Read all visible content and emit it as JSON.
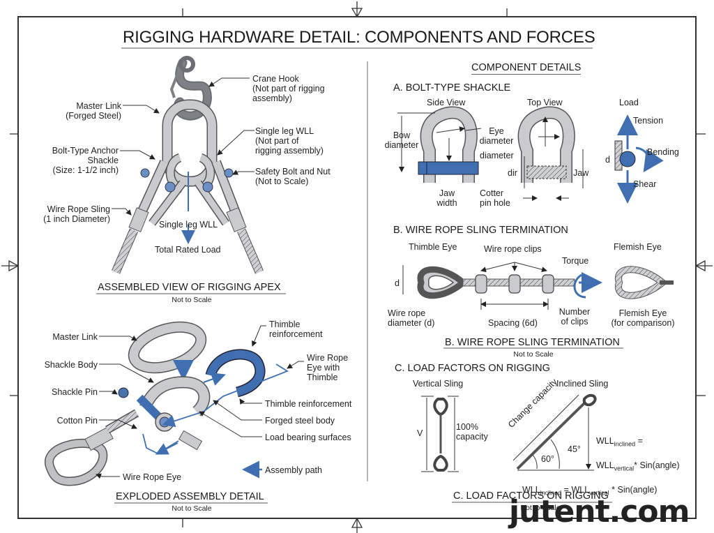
{
  "title": "RIGGING HARDWARE DETAIL: COMPONENTS AND FORCES",
  "assembled_view": {
    "caption": "ASSEMBLED VIEW OF RIGGING APEX",
    "note": "Not to Scale",
    "labels": {
      "crane_hook": "Crane Hook\n(Not part of rigging\nassembly)",
      "master_link": "Master Link\n(Forged Steel)",
      "single_leg_wll_right": "Single leg WLL\n(Not part of\nrigging assembly)",
      "shackle": "Bolt-Type Anchor\nShackle\n(Size: 1-1/2 inch)",
      "safety_bolt": "Safety Bolt and Nut\n(Not to Scale)",
      "wire_rope_sling": "Wire Rope Sling\n(1 inch Diameter)",
      "single_leg_wll_center": "Single leg WLL",
      "total_rated_load": "Total Rated Load"
    }
  },
  "exploded_view": {
    "caption": "EXPLODED ASSEMBLY DETAIL",
    "note": "Not to Scale",
    "labels": {
      "master_link": "Master Link",
      "shackle_body": "Shackle Body",
      "shackle_pin": "Shackle Pin",
      "cotton_pin": "Cotton Pin",
      "wire_rope_eye": "Wire Rope Eye",
      "thimble_top": "Thimble\nreinforcement",
      "wire_rope_eye_thimble": "Wire Rope\nEye with\nThimble",
      "thimble_reinforcement": "Thimble reinforcement",
      "forged_body": "Forged steel body",
      "load_bearing": "Load bearing surfaces",
      "assembly_path": "Assembly path"
    }
  },
  "component_details": {
    "heading": "COMPONENT DETAILS",
    "section_a": {
      "title": "A. BOLT-TYPE SHACKLE",
      "side_view": "Side View",
      "top_view": "Top View",
      "load": "Load",
      "bow_diameter": "Bow\ndiameter",
      "eye_diameter": "Eye\ndiameter",
      "diameter": "diameter",
      "jaw_width": "Jaw\nwidth",
      "cotter": "Cotter\npin hole",
      "dir": "dir",
      "jaw": "Jaw",
      "tension": "Tension",
      "bending": "Bending",
      "shear": "Shear",
      "d": "d"
    },
    "section_b": {
      "title": "B. WIRE ROPE SLING TERMINATION",
      "thimble_eye": "Thimble Eye",
      "clips": "Wire rope clips",
      "torque": "Torque",
      "flemish_eye": "Flemish Eye",
      "d": "d",
      "rope_diameter": "Wire rope\ndiameter (d)",
      "spacing": "Spacing (6d)",
      "number_clips": "Number\nof clips",
      "flemish_compare": "Flemish Eye\n(for comparison)",
      "caption": "B. WIRE ROPE SLING TERMINATION",
      "note": "Not to Scale"
    },
    "section_c": {
      "title": "C. LOAD FACTORS ON RIGGING",
      "vertical_sling": "Vertical Sling",
      "inclined_sling": "Inclined Sling",
      "v": "V",
      "capacity": "100%\ncapacity",
      "change_capacity": "Change capacity",
      "angle_60": "60°",
      "angle_45": "45°",
      "wll": "WLL",
      "inclined_sub": "inclined",
      "vertical_sub": "vertical",
      "formula_tail": "* Sin(angle)",
      "eq": " = ",
      "caption": "C. LOAD FACTORS ON RIGGING",
      "note": "Not to Scale"
    }
  },
  "watermark": "jutent.com",
  "colors": {
    "steel": "#c9cbce",
    "steel_dark": "#8d9094",
    "accent_blue": "#3f6fb0",
    "line": "#333333"
  }
}
